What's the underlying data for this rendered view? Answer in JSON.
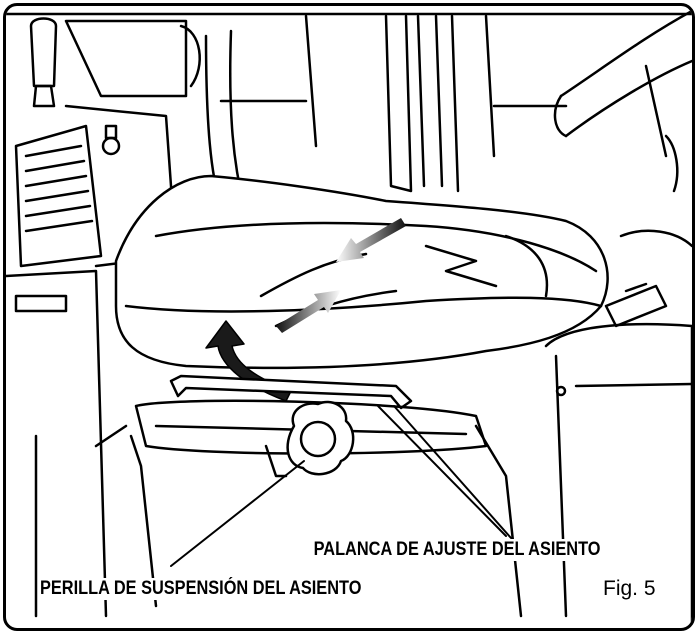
{
  "figure": {
    "label_lever": "PALANCA DE AJUSTE DEL ASIENTO",
    "label_knob": "PERILLA DE SUSPENSIÓN DEL ASIENTO",
    "fig_number": "Fig. 5"
  },
  "colors": {
    "line": "#000000",
    "background": "#ffffff",
    "arrow_fill": "#1a1a1a"
  }
}
